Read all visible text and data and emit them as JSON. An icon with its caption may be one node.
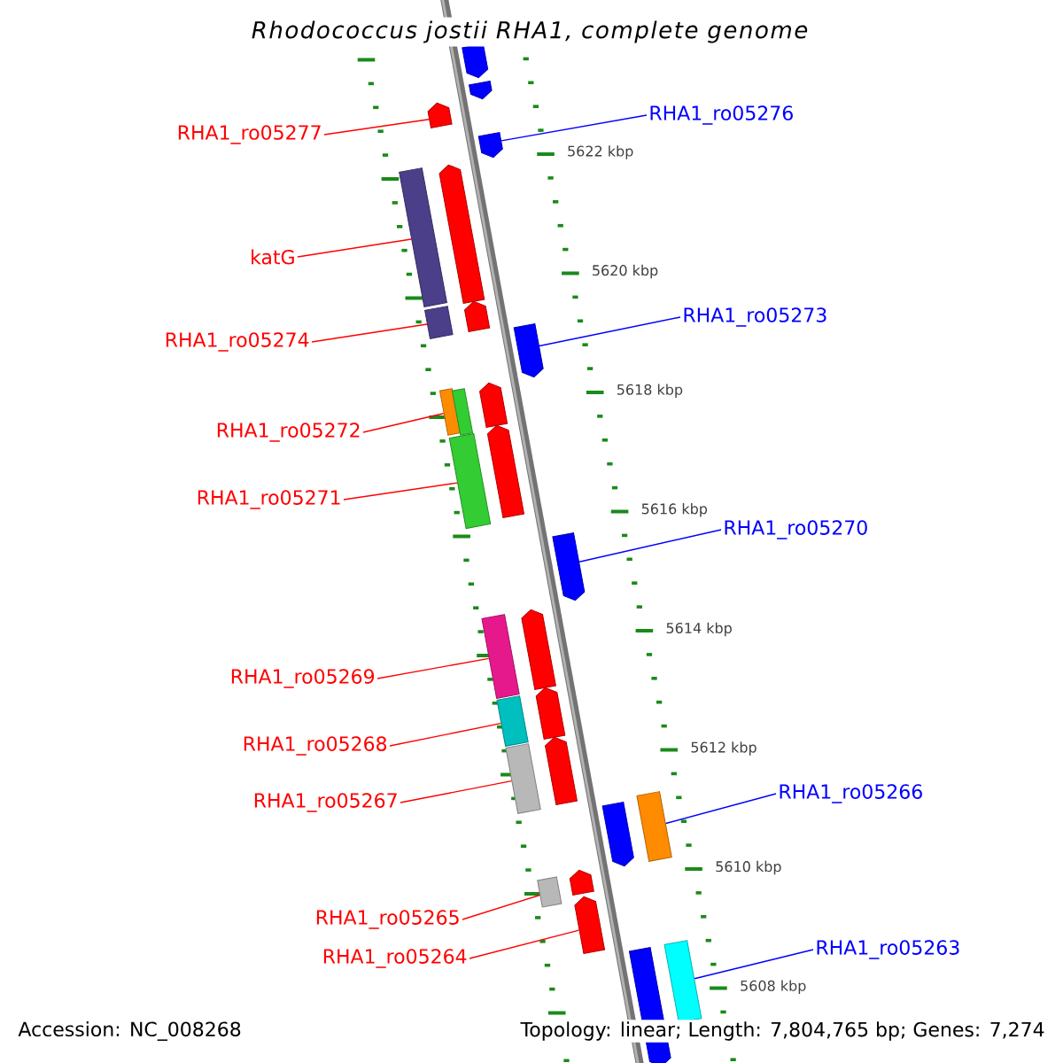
{
  "diagram": {
    "title": "Rhodococcus jostii RHA1, complete genome",
    "nodes": [
      {
        "text": [
          "RHA1_ro05276"
        ]
      },
      {
        "text": [
          "RHA1_ro05277"
        ]
      },
      {
        "text": [
          "katG"
        ]
      },
      {
        "text": [
          "RHA1_ro05273"
        ]
      },
      {
        "text": [
          "RHA1_ro05274"
        ]
      },
      {
        "text": [
          "RHA1_ro05272"
        ]
      },
      {
        "text": [
          "RHA1_ro05271"
        ]
      },
      {
        "text": [
          "RHA1_ro05270"
        ]
      },
      {
        "text": [
          "RHA1_ro05269"
        ]
      },
      {
        "text": [
          "RHA1_ro05268"
        ]
      },
      {
        "text": [
          "RHA1_ro05266"
        ]
      },
      {
        "text": [
          "RHA1_ro05267"
        ]
      },
      {
        "text": [
          "RHA1_ro05265"
        ]
      },
      {
        "text": [
          "RHA1_ro05263"
        ]
      },
      {
        "text": [
          "RHA1_ro05264"
        ]
      },
      {
        "text": [],
        "shape": "pentagon"
      },
      {
        "text": [],
        "shape": "pentagon"
      },
      {
        "text": [],
        "shape": "pentagon"
      },
      {
        "text": [],
        "shape": "pentagon"
      },
      {
        "text": [],
        "shape": "bar"
      },
      {
        "text": [],
        "shape": "pentagon"
      },
      {
        "text": [],
        "shape": "bar"
      },
      {
        "text": [],
        "shape": "pentagon"
      },
      {
        "text": [],
        "shape": "pentagon"
      },
      {
        "text": [],
        "shape": "bar"
      },
      {
        "text": [],
        "shape": "bar"
      },
      {
        "text": [],
        "shape": "pentagon"
      },
      {
        "text": [],
        "shape": "bar"
      },
      {
        "text": [],
        "shape": "pentagon"
      },
      {
        "text": [],
        "shape": "pentagon"
      },
      {
        "text": [],
        "shape": "bar"
      },
      {
        "text": [],
        "shape": "pentagon"
      },
      {
        "text": [],
        "shape": "bar"
      },
      {
        "text": [],
        "shape": "pentagon"
      },
      {
        "text": [],
        "shape": "bar"
      },
      {
        "text": [],
        "shape": "pentagon"
      },
      {
        "text": [],
        "shape": "pentagon"
      },
      {
        "text": [],
        "shape": "bar"
      },
      {
        "text": [],
        "shape": "bar"
      },
      {
        "text": [],
        "shape": "pentagon"
      },
      {
        "text": [],
        "shape": "pentagon"
      },
      {
        "text": [],
        "shape": "pentagon"
      },
      {
        "text": [],
        "shape": "bar"
      }
    ],
    "edges": [
      {
        "from": 0,
        "to": 18,
        "arrow": "none",
        "color": "#0000ff"
      },
      {
        "from": 1,
        "to": 17,
        "arrow": "none"
      },
      {
        "from": 2,
        "to": 19,
        "arrow": "none"
      },
      {
        "from": 3,
        "to": 23,
        "arrow": "none",
        "color": "#0000ff"
      },
      {
        "from": 4,
        "to": 21,
        "arrow": "none"
      },
      {
        "from": 5,
        "to": 24,
        "arrow": "none"
      },
      {
        "from": 6,
        "to": 27,
        "arrow": "none"
      },
      {
        "from": 7,
        "to": 29,
        "arrow": "none",
        "color": "#0000ff"
      },
      {
        "from": 8,
        "to": 30,
        "arrow": "none"
      },
      {
        "from": 9,
        "to": 32,
        "arrow": "none"
      },
      {
        "from": 10,
        "to": 37,
        "arrow": "none",
        "color": "#0000ff"
      },
      {
        "from": 11,
        "to": 34,
        "arrow": "none"
      },
      {
        "from": 12,
        "to": 38,
        "arrow": "none"
      },
      {
        "from": 13,
        "to": 42,
        "arrow": "none",
        "color": "#0000ff"
      },
      {
        "from": 14,
        "to": 40,
        "arrow": "none"
      }
    ],
    "labels": [
      "5622 kbp",
      "5620 kbp",
      "5618 kbp",
      "5616 kbp",
      "5614 kbp",
      "5612 kbp",
      "5610 kbp",
      "5608 kbp",
      "Accession: NC_008268",
      "Topology: linear; Length: 7,804,765 bp; Genes: 7,274"
    ]
  }
}
